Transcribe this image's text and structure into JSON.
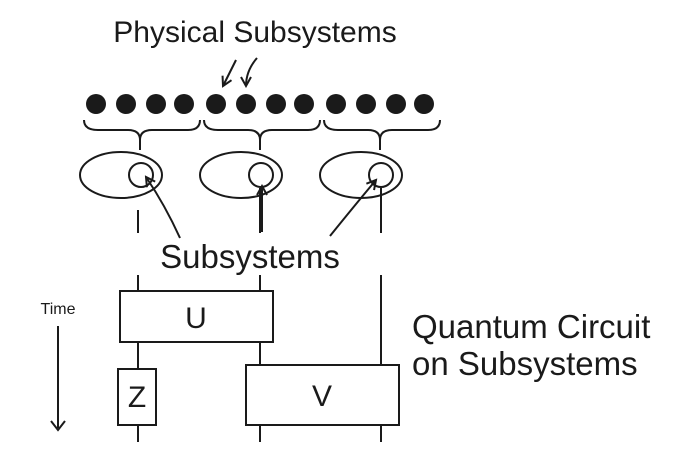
{
  "labels": {
    "physical_subsystems": "Physical Subsystems",
    "subsystems": "Subsystems",
    "time": "Time",
    "quantum_circuit_line1": "Quantum Circuit",
    "quantum_circuit_line2": "on Subsystems"
  },
  "gates": {
    "u": "U",
    "z": "Z",
    "v": "V"
  },
  "physical_dots": {
    "groups": 3,
    "per_group": 4,
    "color": "#1a1a1a"
  },
  "colors": {
    "ink": "#1a1a1a",
    "background": "#ffffff"
  }
}
